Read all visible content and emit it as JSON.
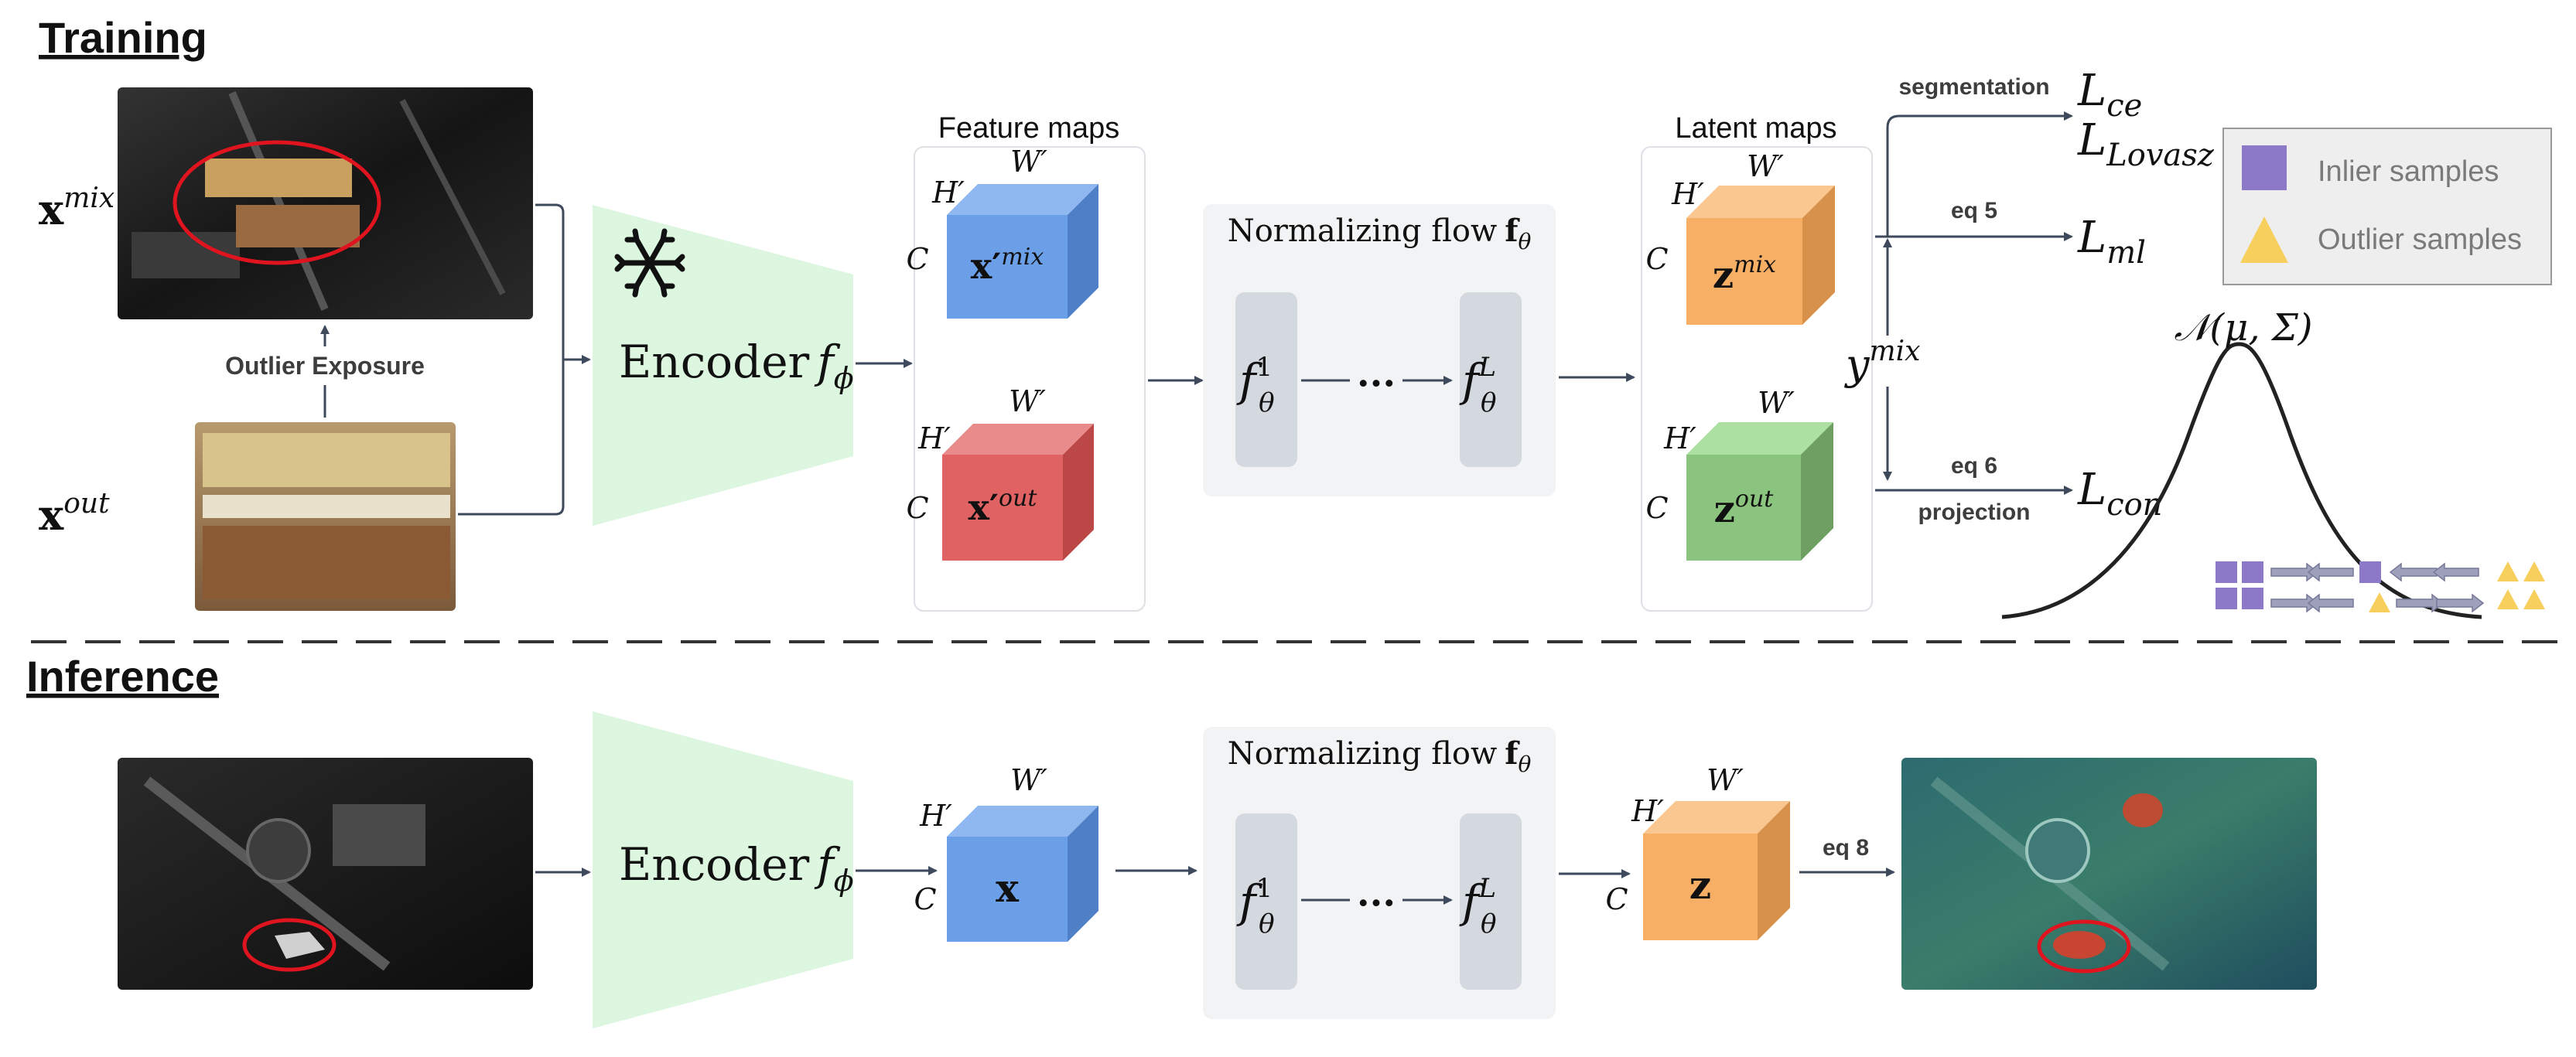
{
  "sections": {
    "training": "Training",
    "inference": "Inference"
  },
  "inputs": {
    "x_mix_base": "x",
    "x_mix_sup": "mix",
    "x_out_base": "x",
    "x_out_sup": "out",
    "outlier_exposure": "Outlier Exposure"
  },
  "encoder": {
    "label": "Encoder",
    "func": "f",
    "sub": "ϕ",
    "frozen_icon": "snowflake-icon"
  },
  "feature_maps": {
    "title": "Feature maps",
    "dim_w": "W′",
    "dim_h": "H′",
    "dim_c": "C",
    "mix_base": "x′",
    "mix_sup": "mix",
    "out_base": "x′",
    "out_sup": "out"
  },
  "flow": {
    "title": "Normalizing flow",
    "title_sym": "f",
    "title_sub": "θ",
    "f": "f",
    "sub": "θ",
    "first_sup": "1",
    "last_sup": "L",
    "dots": "···"
  },
  "latent_maps": {
    "title": "Latent maps",
    "mix_base": "z",
    "mix_sup": "mix",
    "out_base": "z",
    "out_sup": "out"
  },
  "y_mix": {
    "base": "y",
    "sup": "mix"
  },
  "branches": {
    "segmentation": "segmentation",
    "eq5": "eq 5",
    "eq6": "eq 6",
    "projection": "projection",
    "eq8": "eq 8"
  },
  "losses": {
    "ce": {
      "base": "L",
      "sub": "ce"
    },
    "lovasz": {
      "base": "L",
      "sub": "Lovasz"
    },
    "ml": {
      "base": "L",
      "sub": "ml"
    },
    "con": {
      "base": "L",
      "sub": "con"
    }
  },
  "legend": {
    "inlier": "Inlier samples",
    "outlier": "Outlier samples"
  },
  "gaussian": {
    "label": "𝒩(μ, Σ)"
  },
  "inference": {
    "x": "x",
    "z": "z"
  },
  "colors": {
    "encoder": "#dcf6e0",
    "blue_front": "#6b9fe8",
    "blue_top": "#8fb8f0",
    "blue_side": "#4e7fc7",
    "red_front": "#e06262",
    "red_top": "#ea8b8b",
    "red_side": "#bc4747",
    "orange_front": "#f7ae65",
    "orange_top": "#fac791",
    "orange_side": "#d8914b",
    "green_front": "#8bc47e",
    "green_top": "#ace0a0",
    "green_side": "#6d9e62",
    "flow_bg": "#f2f3f4",
    "flow_block": "#d4d8df",
    "inlier": "#8c7ac8",
    "outlier": "#f7cf5d",
    "arrow": "#3e4a5c"
  }
}
